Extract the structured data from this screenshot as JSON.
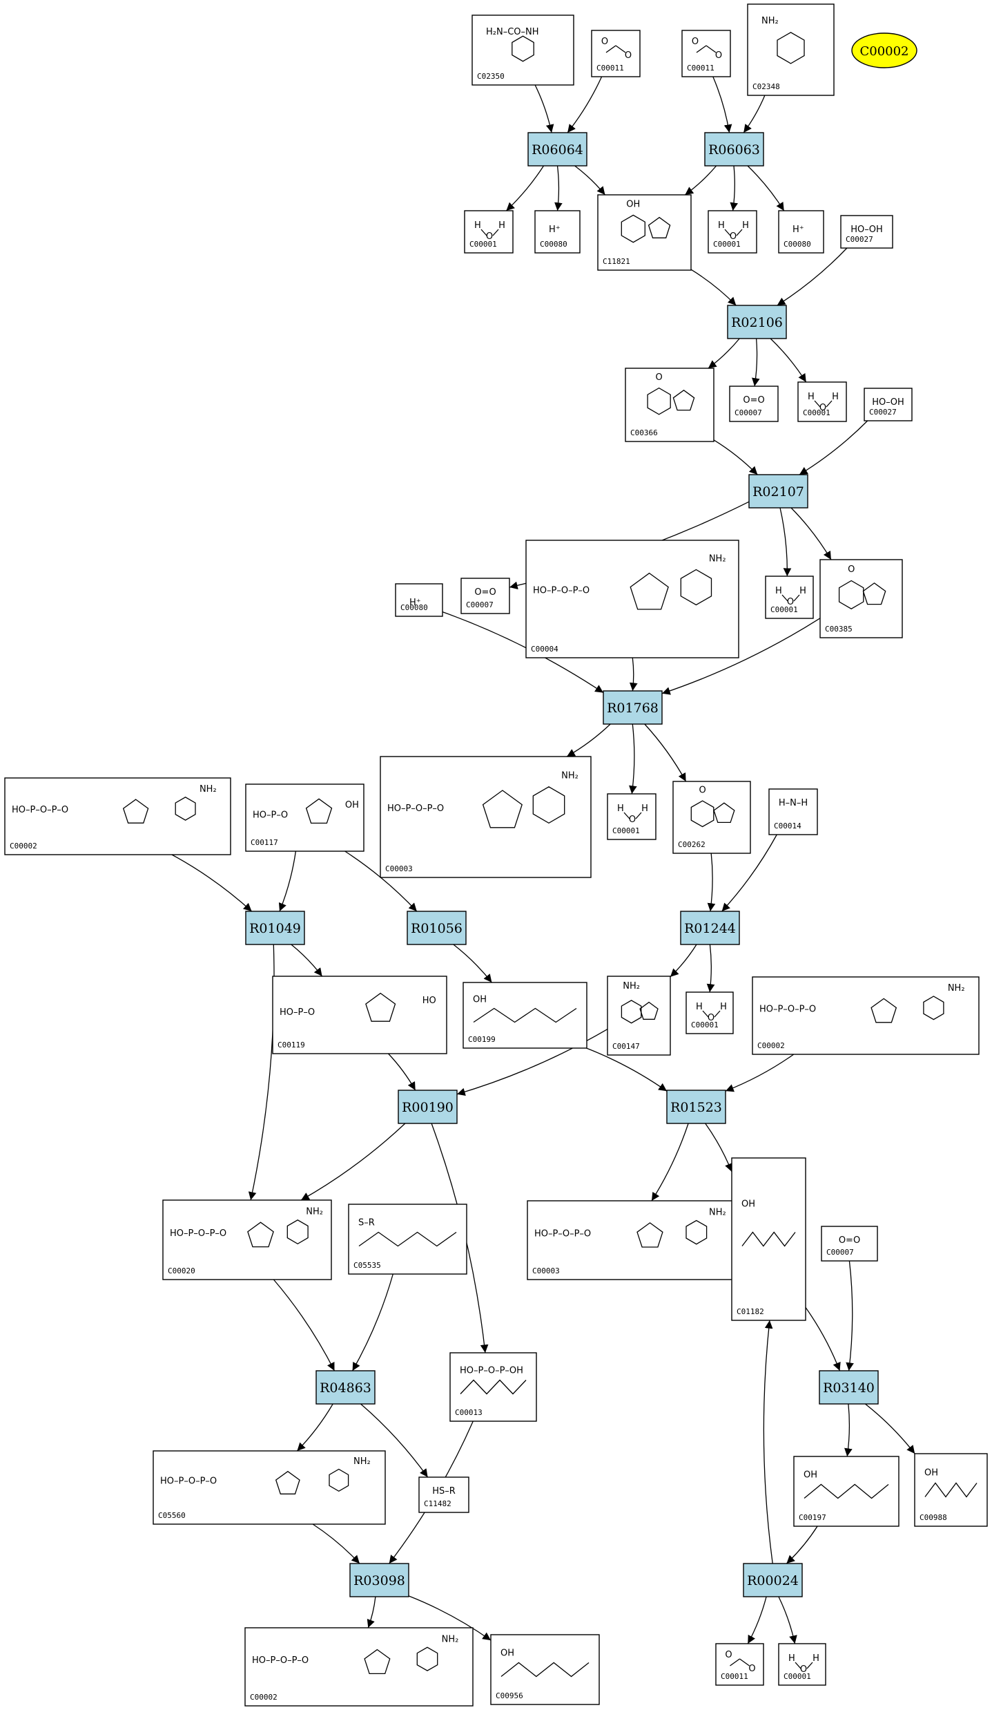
{
  "selected_compound": "C00002",
  "reactions": [
    "R06064",
    "R06063",
    "R02106",
    "R02107",
    "R01768",
    "R01049",
    "R01056",
    "R01244",
    "R00190",
    "R01523",
    "R04863",
    "R03140",
    "R03098",
    "R00024"
  ],
  "compounds": [
    {
      "id": "c02350",
      "label": "C02350",
      "formula": "H₂N–CO–NH"
    },
    {
      "id": "c00011a",
      "label": "C00011",
      "formula": "O=C=O"
    },
    {
      "id": "c00011b",
      "label": "C00011",
      "formula": "O=C=O"
    },
    {
      "id": "c02348",
      "label": "C02348",
      "formula": "NH₂"
    },
    {
      "id": "c00001a",
      "label": "C00001",
      "formula": "H–O–H"
    },
    {
      "id": "c00080a",
      "label": "C00080",
      "formula": "H⁺"
    },
    {
      "id": "c11821",
      "label": "C11821",
      "formula": "OH"
    },
    {
      "id": "c00001b",
      "label": "C00001",
      "formula": "H–O–H"
    },
    {
      "id": "c00080b",
      "label": "C00080",
      "formula": "H⁺"
    },
    {
      "id": "c00027a",
      "label": "C00027",
      "formula": "HO–OH"
    },
    {
      "id": "c00366",
      "label": "C00366",
      "formula": "O"
    },
    {
      "id": "c00007a",
      "label": "C00007",
      "formula": "O=O"
    },
    {
      "id": "c00001c",
      "label": "C00001",
      "formula": "H–O–H"
    },
    {
      "id": "c00027b",
      "label": "C00027",
      "formula": "HO–OH"
    },
    {
      "id": "c00080c",
      "label": "C00080",
      "formula": "H⁺"
    },
    {
      "id": "c00007b",
      "label": "C00007",
      "formula": "O=O"
    },
    {
      "id": "c00004",
      "label": "C00004",
      "formula": "NH₂"
    },
    {
      "id": "c00001d",
      "label": "C00001",
      "formula": "H–O–H"
    },
    {
      "id": "c00385",
      "label": "C00385",
      "formula": "O"
    },
    {
      "id": "c00002a",
      "label": "C00002",
      "formula": "NH₂"
    },
    {
      "id": "c00117",
      "label": "C00117",
      "formula": "OH"
    },
    {
      "id": "c00003a",
      "label": "C00003",
      "formula": "NH₂"
    },
    {
      "id": "c00001e",
      "label": "C00001",
      "formula": "H–O–H"
    },
    {
      "id": "c00262",
      "label": "C00262",
      "formula": "O"
    },
    {
      "id": "c00014",
      "label": "C00014",
      "formula": "H–N–H"
    },
    {
      "id": "c00119",
      "label": "C00119",
      "formula": "HO"
    },
    {
      "id": "c00199",
      "label": "C00199",
      "formula": "OH"
    },
    {
      "id": "c00147",
      "label": "C00147",
      "formula": "NH₂"
    },
    {
      "id": "c00001f",
      "label": "C00001",
      "formula": "H–O–H"
    },
    {
      "id": "c00002b",
      "label": "C00002",
      "formula": "NH₂"
    },
    {
      "id": "c00020",
      "label": "C00020",
      "formula": "NH₂"
    },
    {
      "id": "c05535",
      "label": "C05535",
      "formula": "S–R"
    },
    {
      "id": "c00003b",
      "label": "C00003",
      "formula": "NH₂"
    },
    {
      "id": "c01182",
      "label": "C01182",
      "formula": "OH"
    },
    {
      "id": "c00007c",
      "label": "C00007",
      "formula": "O=O"
    },
    {
      "id": "c00013",
      "label": "C00013",
      "formula": "HO–P–O–P–OH"
    },
    {
      "id": "c05560",
      "label": "C05560",
      "formula": "NH₂"
    },
    {
      "id": "c11482",
      "label": "C11482",
      "formula": "HS–R"
    },
    {
      "id": "c00197",
      "label": "C00197",
      "formula": "OH"
    },
    {
      "id": "c00988",
      "label": "C00988",
      "formula": "OH"
    },
    {
      "id": "c00002c",
      "label": "C00002",
      "formula": "NH₂"
    },
    {
      "id": "c00956",
      "label": "C00956",
      "formula": "OH"
    },
    {
      "id": "c00011c",
      "label": "C00011",
      "formula": "O=C=O"
    },
    {
      "id": "c00001g",
      "label": "C00001",
      "formula": "H–O–H"
    }
  ]
}
